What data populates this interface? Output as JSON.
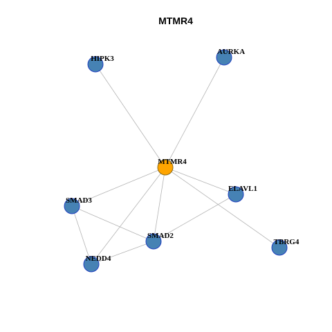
{
  "title": "MTMR4",
  "colors": {
    "center_fill": "#FFA500",
    "center_stroke": "#8B6914",
    "node_fill": "#4682B4",
    "node_stroke": "#1f3fbf",
    "edge": "#b3b3b3"
  },
  "nodes": [
    {
      "id": "MTMR4",
      "label": "MTMR4",
      "center": true
    },
    {
      "id": "HIPK3",
      "label": "HIPK3",
      "center": false
    },
    {
      "id": "AURKA",
      "label": "AURKA",
      "center": false
    },
    {
      "id": "ELAVL1",
      "label": "ELAVL1",
      "center": false
    },
    {
      "id": "SMAD3",
      "label": "SMAD3",
      "center": false
    },
    {
      "id": "SMAD2",
      "label": "SMAD2",
      "center": false
    },
    {
      "id": "TBRG4",
      "label": "TBRG4",
      "center": false
    },
    {
      "id": "NEDD4",
      "label": "NEDD4",
      "center": false
    }
  ],
  "edges": [
    [
      "MTMR4",
      "HIPK3"
    ],
    [
      "MTMR4",
      "AURKA"
    ],
    [
      "MTMR4",
      "ELAVL1"
    ],
    [
      "MTMR4",
      "SMAD3"
    ],
    [
      "MTMR4",
      "SMAD2"
    ],
    [
      "MTMR4",
      "TBRG4"
    ],
    [
      "MTMR4",
      "NEDD4"
    ],
    [
      "SMAD3",
      "SMAD2"
    ],
    [
      "SMAD3",
      "NEDD4"
    ],
    [
      "SMAD2",
      "NEDD4"
    ],
    [
      "SMAD2",
      "ELAVL1"
    ]
  ]
}
